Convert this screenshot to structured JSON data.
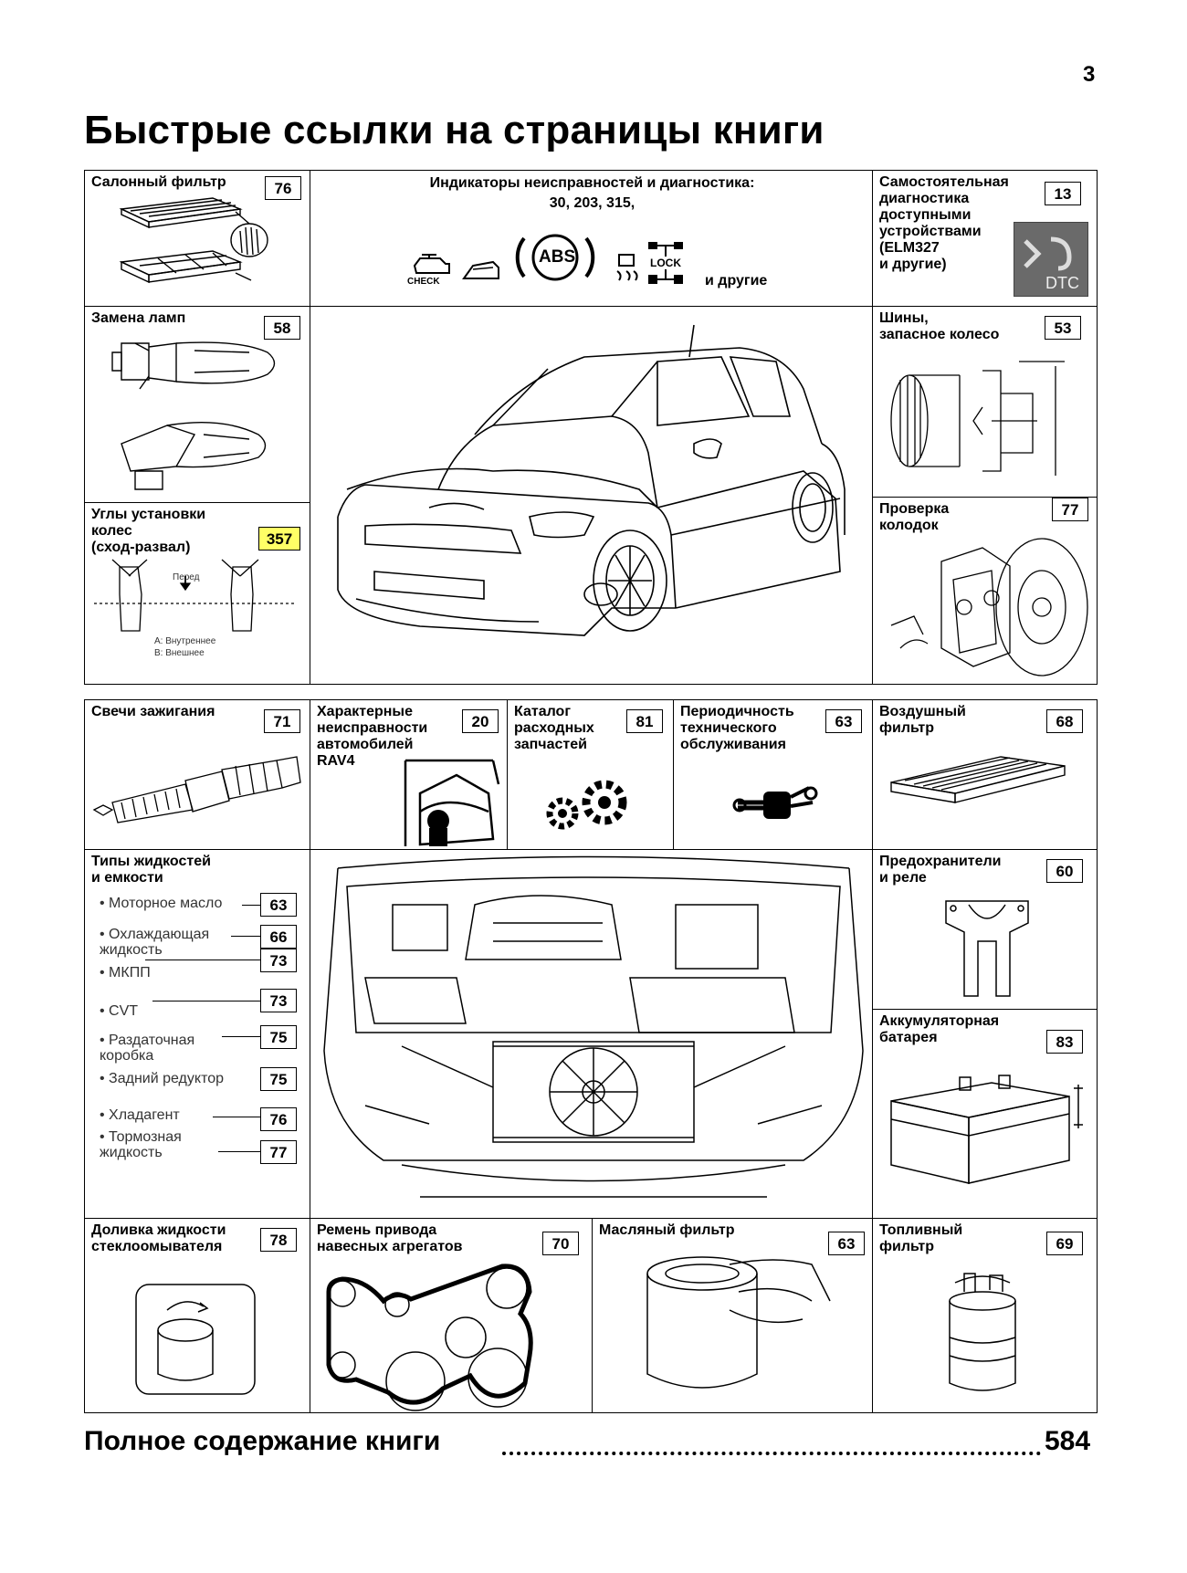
{
  "page_number": "3",
  "title": "Быстрые ссылки на страницы книги",
  "top_section": {
    "cabin_filter": {
      "label": "Салонный фильтр",
      "page": "76"
    },
    "diagnostics": {
      "label": "Индикаторы неисправностей и диагностика:",
      "pages": "30, 203, 315,",
      "check_label": "CHECK",
      "abs_label": "ABS",
      "lock_label": "LOCK",
      "others": "и другие"
    },
    "self_diag": {
      "label": "Самостоятельная\nдиагностика\nдоступными\nустройствами\n(ELM327\nи другие)",
      "page": "13",
      "dtc_label": "DTC"
    },
    "lamps": {
      "label": "Замена ламп",
      "page": "58"
    },
    "tires": {
      "label": "Шины,\nзапасное колесо",
      "page": "53"
    },
    "alignment": {
      "label": "Углы установки\nколес\n(сход-развал)",
      "page": "357",
      "front_label": "Перед",
      "legend_a": "А: Внутреннее",
      "legend_b": "В: Внешнее"
    },
    "brake_pads": {
      "label": "Проверка\nколодок",
      "page": "77"
    }
  },
  "bottom_section": {
    "spark_plugs": {
      "label": "Свечи зажигания",
      "page": "71"
    },
    "features": {
      "label": "Характерные\nнеисправности\nавтомобилей\nRAV4",
      "page": "20"
    },
    "catalog": {
      "label": "Каталог\nрасходных\nзапчастей",
      "page": "81"
    },
    "maintenance": {
      "label": "Периодичность\nтехнического\nобслуживания",
      "page": "63"
    },
    "air_filter": {
      "label": "Воздушный\nфильтр",
      "page": "68"
    },
    "fluids": {
      "label": "Типы жидкостей\nи емкости",
      "items": [
        {
          "label": "Моторное масло",
          "page": "63"
        },
        {
          "label": "Охлаждающая\nжидкость",
          "page": "66"
        },
        {
          "label": "МКПП",
          "page": "73"
        },
        {
          "label": "CVT",
          "page": "73"
        },
        {
          "label": "Раздаточная\nкоробка",
          "page": "75"
        },
        {
          "label": "Задний редуктор",
          "page": "75"
        },
        {
          "label": "Хладагент",
          "page": "76"
        },
        {
          "label": "Тормозная\nжидкость",
          "page": "77"
        }
      ]
    },
    "fuses": {
      "label": "Предохранители\nи реле",
      "page": "60"
    },
    "battery": {
      "label": "Аккумуляторная\nбатарея",
      "page": "83"
    },
    "washer": {
      "label": "Доливка жидкости\nстеклоомывателя",
      "page": "78"
    },
    "belt": {
      "label": "Ремень привода\nнавесных агрегатов",
      "page": "70"
    },
    "oil_filter": {
      "label": "Масляный фильтр",
      "page": "63"
    },
    "fuel_filter": {
      "label": "Топливный\nфильтр",
      "page": "69"
    }
  },
  "footer": {
    "label": "Полное содержание книги",
    "page": "584"
  }
}
